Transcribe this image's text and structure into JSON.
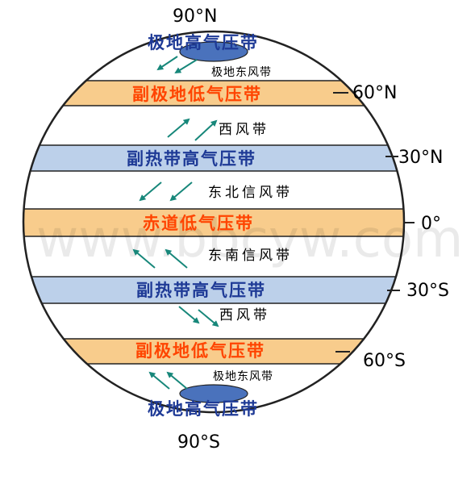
{
  "diagram": {
    "latitudes": {
      "n90": "90°N",
      "n60": "60°N",
      "n30": "30°N",
      "eq": "0°",
      "s30": "30°S",
      "s60": "60°S",
      "s90": "90°S"
    },
    "pressure_belts": {
      "north_polar_high": "极地高气压带",
      "north_subpolar_low": "副极地低气压带",
      "north_subtropical_high": "副热带高气压带",
      "equatorial_low": "赤道低气压带",
      "south_subtropical_high": "副热带高气压带",
      "south_subpolar_low": "副极地低气压带",
      "south_polar_high": "极地高气压带"
    },
    "wind_belts": {
      "north_polar_easterlies": "极地东风带",
      "north_westerlies": "西风带",
      "ne_trades": "东北信风带",
      "se_trades": "东南信风带",
      "south_westerlies": "西风带",
      "south_polar_easterlies": "极地东风带"
    },
    "watermark": "www.bbcyw.com",
    "colors": {
      "low_pressure_band": "#f8cc8c",
      "high_pressure_band": "#bcd0ea",
      "polar_cap": "#4a72bc",
      "low_pressure_text": "#ff4400",
      "high_pressure_text": "#1e3a96",
      "arrow": "#17877a",
      "outline": "#222222"
    }
  }
}
